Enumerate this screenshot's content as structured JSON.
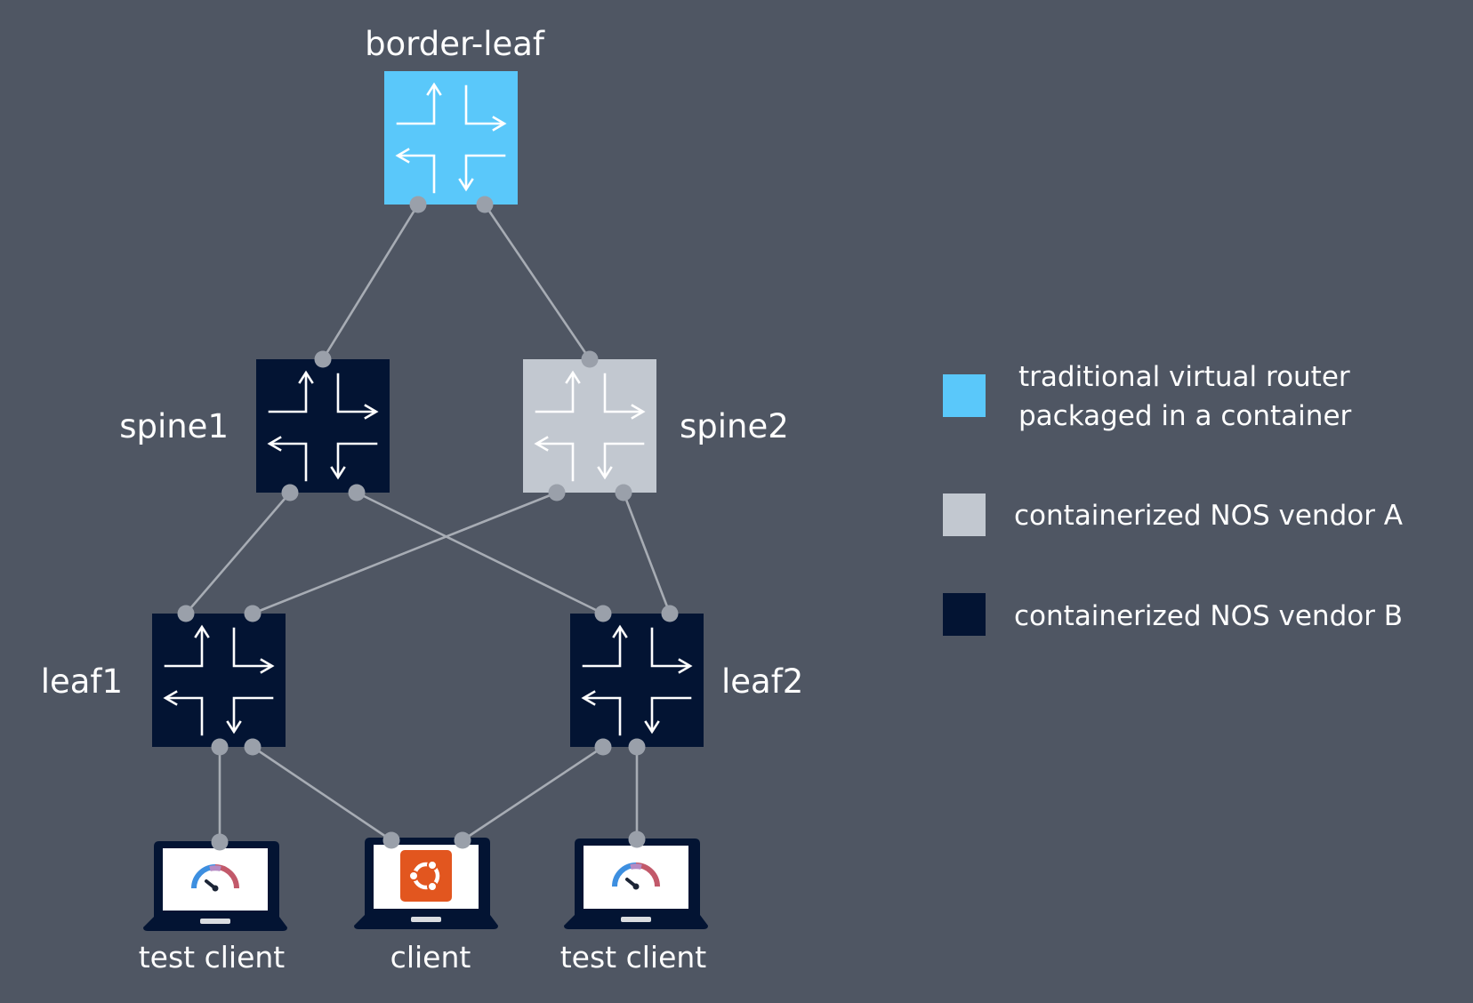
{
  "colors": {
    "background": "#4f5663",
    "link": "#a7acb4",
    "port": "#9aa0aa",
    "traditional_router": "#5ac8fa",
    "vendor_a": "#c2c8d0",
    "vendor_b": "#031433",
    "arrow_light": "#ffffff",
    "ubuntu": "#e2561f",
    "laptop": "#031433"
  },
  "nodes": {
    "border_leaf": {
      "label": "border-leaf",
      "type": "traditional_router"
    },
    "spine1": {
      "label": "spine1",
      "type": "vendor_b"
    },
    "spine2": {
      "label": "spine2",
      "type": "vendor_a"
    },
    "leaf1": {
      "label": "leaf1",
      "type": "vendor_b"
    },
    "leaf2": {
      "label": "leaf2",
      "type": "vendor_b"
    }
  },
  "clients": {
    "test_client_1": {
      "label": "test client",
      "icon": "speedometer-icon"
    },
    "client": {
      "label": "client",
      "icon": "ubuntu-icon"
    },
    "test_client_2": {
      "label": "test client",
      "icon": "speedometer-icon"
    }
  },
  "legend": {
    "traditional_line1": "traditional virtual router",
    "traditional_line2": "packaged in a container",
    "vendor_a": "containerized NOS vendor A",
    "vendor_b": "containerized NOS vendor B"
  },
  "links": [
    [
      "border_leaf",
      "spine1"
    ],
    [
      "border_leaf",
      "spine2"
    ],
    [
      "spine1",
      "leaf1"
    ],
    [
      "spine1",
      "leaf2"
    ],
    [
      "spine2",
      "leaf1"
    ],
    [
      "spine2",
      "leaf2"
    ],
    [
      "leaf1",
      "test_client_1"
    ],
    [
      "leaf1",
      "client"
    ],
    [
      "leaf2",
      "client"
    ],
    [
      "leaf2",
      "test_client_2"
    ]
  ]
}
